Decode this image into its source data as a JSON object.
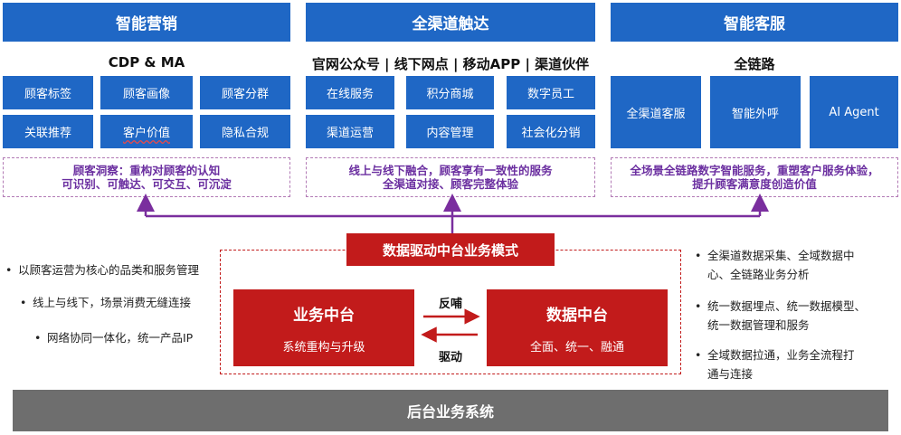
{
  "columns": [
    {
      "header": "智能营销",
      "subtitle": "CDP & MA",
      "cells": [
        "顾客标签",
        "顾客画像",
        "顾客分群",
        "关联推荐",
        "客户价值",
        "隐私合规"
      ],
      "note": [
        "顾客洞察：重构对顾客的认知",
        "可识别、可触达、可交互、可沉淀"
      ]
    },
    {
      "header": "全渠道触达",
      "subtitle": "官网公众号 | 线下网点 | 移动APP | 渠道伙伴",
      "cells": [
        "在线服务",
        "积分商城",
        "数字员工",
        "渠道运营",
        "内容管理",
        "社会化分销"
      ],
      "note": [
        "线上与线下融合，顾客享有一致性的服务",
        "全渠道对接、顾客完整体验"
      ]
    },
    {
      "header": "智能客服",
      "subtitle": "全链路",
      "cells": [
        "全渠道客服",
        "智能外呼",
        "AI Agent"
      ],
      "note": [
        "全场景全链路数字智能服务，重塑客户服务体验，",
        "提升顾客满意度创造价值"
      ]
    }
  ],
  "middle": {
    "banner": "数据驱动中台业务模式",
    "business": {
      "title": "业务中台",
      "subtitle": "系统重构与升级"
    },
    "data": {
      "title": "数据中台",
      "subtitle": "全面、统一、融通"
    },
    "arrow_top": "反哺",
    "arrow_bottom": "驱动"
  },
  "left_bullets": [
    "以顾客运营为核心的品类和服务管理",
    "线上与线下，场景消费无缝连接",
    "网络协同一体化，统一产品IP"
  ],
  "right_bullets": [
    [
      "全渠道数据采集、全域数据中",
      "心、全链路业务分析"
    ],
    [
      "统一数据埋点、统一数据模型、",
      "统一数据管理和服务"
    ],
    [
      "全域数据拉通，业务全流程打",
      "通与连接"
    ]
  ],
  "footer": "后台业务系统",
  "colors": {
    "blue": "#1f67c5",
    "red": "#c21b1b",
    "purple": "#7a2e9e",
    "gray": "#6e6e6e"
  }
}
